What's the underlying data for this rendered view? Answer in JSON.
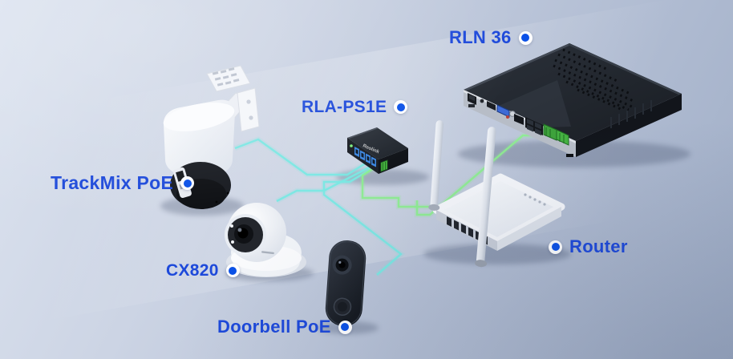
{
  "labels": [
    {
      "id": "trackmix-poe",
      "text": "TrackMix PoE"
    },
    {
      "id": "rla-ps1e",
      "text": "RLA-PS1E"
    },
    {
      "id": "rln-36",
      "text": "RLN 36"
    },
    {
      "id": "cx820",
      "text": "CX820"
    },
    {
      "id": "doorbell-poe",
      "text": "Doorbell PoE"
    },
    {
      "id": "router",
      "text": "Router"
    }
  ],
  "brand_logo": "Reolink",
  "colors": {
    "label_text": "#1d49da",
    "hotspot_inner": "#0b51e7",
    "hotspot_ring": "#ffffff",
    "cable_camera": "#79e8e3",
    "cable_uplink": "#8dec90",
    "background_top": "#dde4f0",
    "background_bottom": "#9fadc6"
  }
}
